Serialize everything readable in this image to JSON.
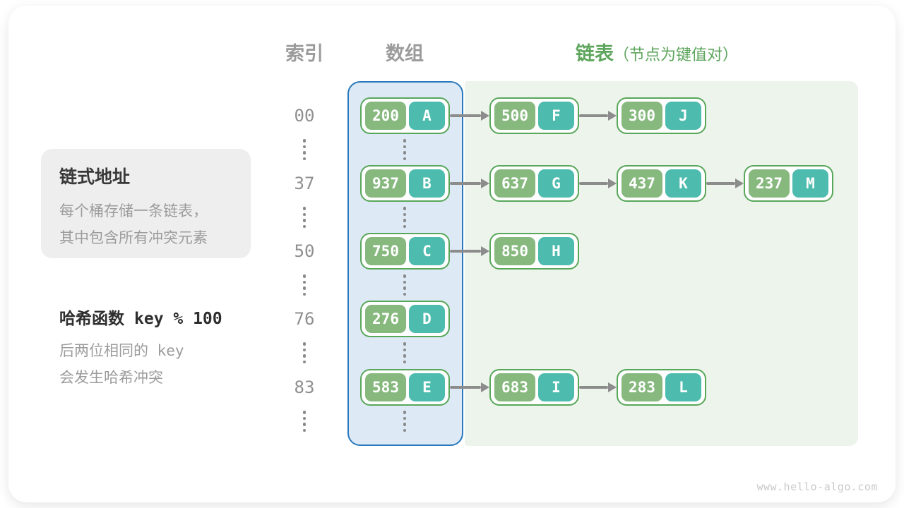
{
  "headers": {
    "index": "索引",
    "array": "数组",
    "list": "链表",
    "list_note": "（节点为键值对）"
  },
  "callout": {
    "title": "链式地址",
    "lines": [
      "每个桶存储一条链表，",
      "其中包含所有冲突元素"
    ]
  },
  "hash_note": {
    "title": "哈希函数",
    "formula": "key % 100",
    "lines": [
      "后两位相同的 key",
      "会发生哈希冲突"
    ]
  },
  "buckets": [
    {
      "index": "00",
      "chain": [
        {
          "key": "200",
          "value": "A"
        },
        {
          "key": "500",
          "value": "F"
        },
        {
          "key": "300",
          "value": "J"
        }
      ]
    },
    {
      "index": "37",
      "chain": [
        {
          "key": "937",
          "value": "B"
        },
        {
          "key": "637",
          "value": "G"
        },
        {
          "key": "437",
          "value": "K"
        },
        {
          "key": "237",
          "value": "M"
        }
      ]
    },
    {
      "index": "50",
      "chain": [
        {
          "key": "750",
          "value": "C"
        },
        {
          "key": "850",
          "value": "H"
        }
      ]
    },
    {
      "index": "76",
      "chain": [
        {
          "key": "276",
          "value": "D"
        }
      ]
    },
    {
      "index": "83",
      "chain": [
        {
          "key": "583",
          "value": "E"
        },
        {
          "key": "683",
          "value": "I"
        },
        {
          "key": "283",
          "value": "L"
        }
      ]
    }
  ],
  "watermark": "www.hello-algo.com",
  "colors": {
    "key_fill": "#87b97f",
    "value_fill": "#4dbbad",
    "node_border": "#58a75a",
    "array_box_border": "#2878bd",
    "array_box_fill": "#ddeaf6",
    "list_region_fill": "#edf4ec",
    "arrow": "#8c8c8c",
    "header_green": "#5da55c",
    "header_gray": "#9b9b9b",
    "callout_bg": "#eeeeee"
  }
}
